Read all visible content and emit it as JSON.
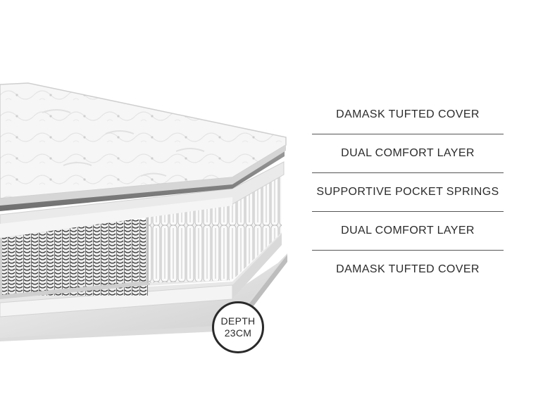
{
  "layers": [
    {
      "label": "DAMASK TUFTED COVER"
    },
    {
      "label": "DUAL COMFORT LAYER"
    },
    {
      "label": "SUPPORTIVE POCKET SPRINGS"
    },
    {
      "label": "DUAL COMFORT LAYER"
    },
    {
      "label": "DAMASK TUFTED COVER"
    }
  ],
  "depth_badge": {
    "line1": "DEPTH",
    "line2": "23CM"
  }
}
